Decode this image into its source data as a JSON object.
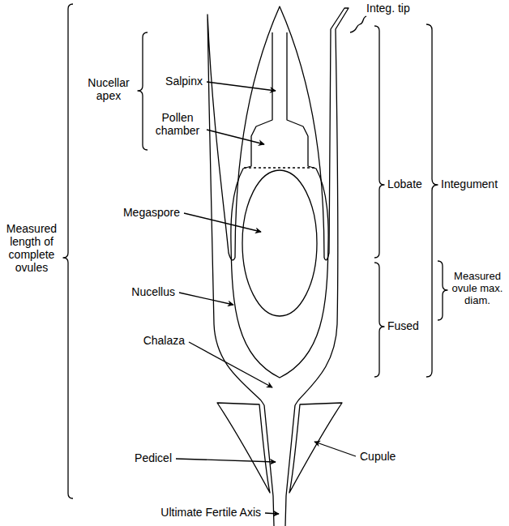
{
  "diagram": {
    "labels": [
      "Integ. tip",
      "Nucellar apex",
      "Salpinx",
      "Pollen chamber",
      "Megaspore",
      "Nucellus",
      "Chalaza",
      "Pedicel",
      "Cupule",
      "Ultimate Fertile Axis",
      "Measured length of complete ovules",
      "Lobate",
      "Fused",
      "Integument",
      "Measured ovule max. diam."
    ]
  }
}
